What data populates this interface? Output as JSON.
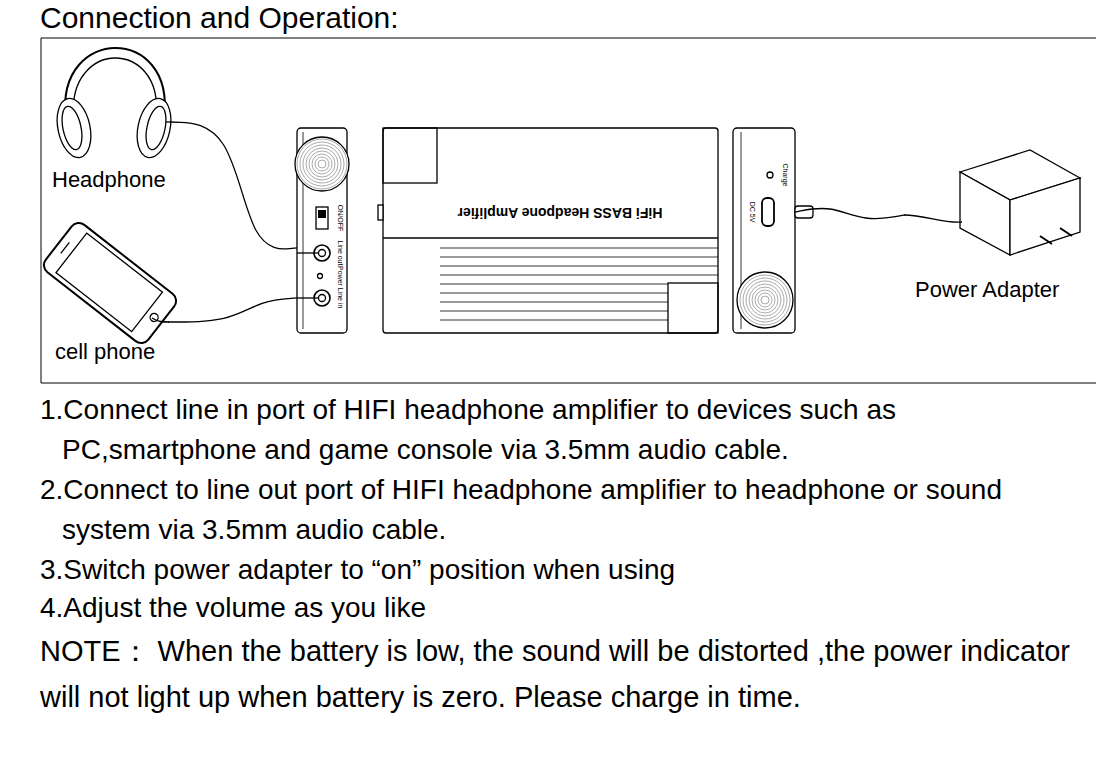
{
  "diagram": {
    "title": "Connection and Operation:",
    "nodes": [
      {
        "text": [
          "Headphone"
        ]
      },
      {
        "text": [
          "ON/OFF",
          "Line out",
          "Power",
          "Line in"
        ]
      },
      {
        "text": [
          "HiFi BASS Headpone Amplifier"
        ]
      },
      {
        "text": [
          "DC 5V",
          "Charge"
        ]
      },
      {
        "text": [
          "cell phone"
        ]
      },
      {
        "text": [
          "Power Adapter"
        ]
      }
    ],
    "edges": [
      {
        "from": 0,
        "to": 1,
        "arrow": "none"
      },
      {
        "from": 4,
        "to": 1,
        "arrow": "none"
      },
      {
        "from": 5,
        "to": 3,
        "arrow": "none"
      }
    ],
    "labels": [
      "1.Connect line in port of HIFI headphone amplifier to devices such as PC,smartphone and game console via 3.5mm audio cable.",
      "2.Connect to line out port of HIFI headphone amplifier to headphone or sound system via 3.5mm audio cable.",
      "3.Switch power adapter to “on” position when using",
      "4.Adjust the volume as you like",
      "NOTE： When the battery is low, the sound will be distorted ,the power indicator will not light up when battery is zero. Please charge in time."
    ]
  }
}
